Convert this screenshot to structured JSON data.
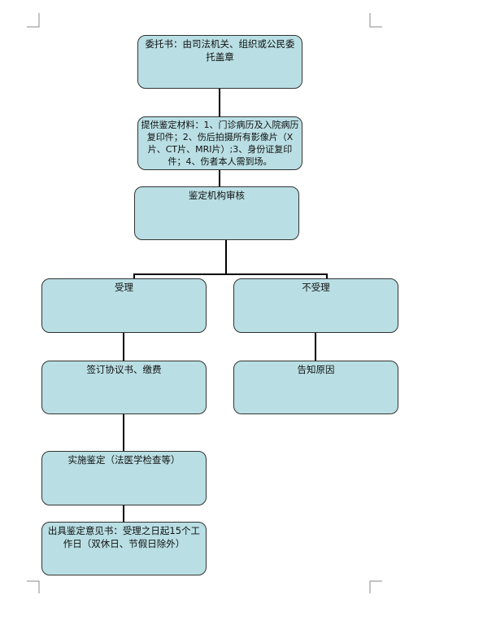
{
  "boxes": {
    "entrust": "委托书：由司法机关、组织或公民委托盖章",
    "materials": "提供鉴定材料：1、门诊病历及入院病历复印件；2、伤后拍摄所有影像片（X片、CT片、MRI片）;3、身份证复印件；4、伤者本人需到场。",
    "review": "鉴定机构审核",
    "accept": "受理",
    "reject": "不受理",
    "sign": "签订协议书、缴费",
    "notify": "告知原因",
    "conduct": "实施鉴定（法医学检查等）",
    "report": "出具鉴定意见书：受理之日起15个工作日（双休日、节假日除外）"
  }
}
